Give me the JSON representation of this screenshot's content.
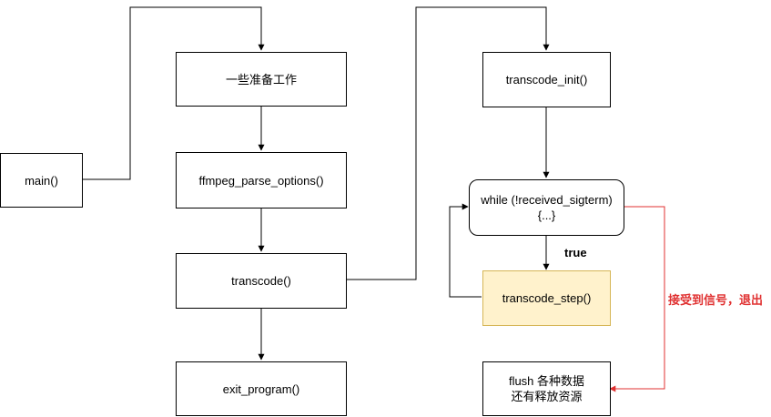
{
  "nodes": {
    "main": "main()",
    "prep": "一些准备工作",
    "parse": "ffmpeg_parse_options()",
    "transcode": "transcode()",
    "exit_program": "exit_program()",
    "init": "transcode_init()",
    "loop": "while (!received_sigterm)\n{...}",
    "step": "transcode_step()",
    "flush": "flush 各种数据\n还有释放资源"
  },
  "edge_labels": {
    "true": "true",
    "exit": "接受到信号，退出"
  },
  "colors": {
    "line": "#000000",
    "exit_line": "#e03131",
    "highlight_fill": "#fff2cc",
    "highlight_border": "#d6b656"
  }
}
